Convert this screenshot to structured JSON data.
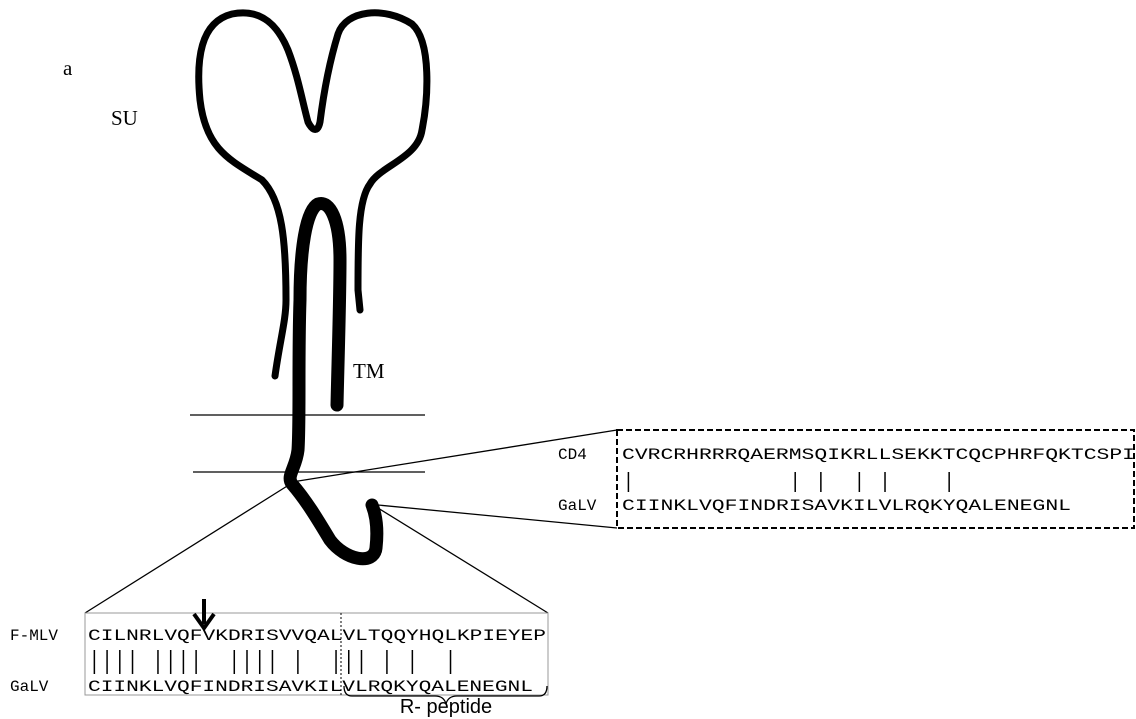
{
  "panel_label": "a",
  "labels": {
    "su": "SU",
    "tm": "TM",
    "r_peptide": "R- peptide"
  },
  "cd4_box": {
    "rows": [
      {
        "name": "CD4",
        "sequence": "CVRCRHRRRQAERMSQIKRLLSEKKTCQCPHRFQKTCSPI"
      },
      {
        "name": "GaLV",
        "sequence": "CIINKLVQFINDRISAVKILVLRQKYQALENEGNL"
      }
    ],
    "match_positions": [
      0,
      13,
      15,
      18,
      20,
      25
    ]
  },
  "mlv_box": {
    "rows": [
      {
        "name": "F-MLV",
        "sequence": "CILNRLVQFVKDRISVVQALVLTQQYHQLKPIEYEP"
      },
      {
        "name": "GaLV",
        "sequence": "CIINKLVQFINDRISAVKILVLRQKYQALENEGNL"
      }
    ],
    "match_positions": [
      0,
      1,
      2,
      3,
      5,
      6,
      7,
      8,
      11,
      12,
      13,
      14,
      16,
      19,
      20,
      21,
      23,
      25,
      28
    ],
    "arrow_after_index": 8
  }
}
